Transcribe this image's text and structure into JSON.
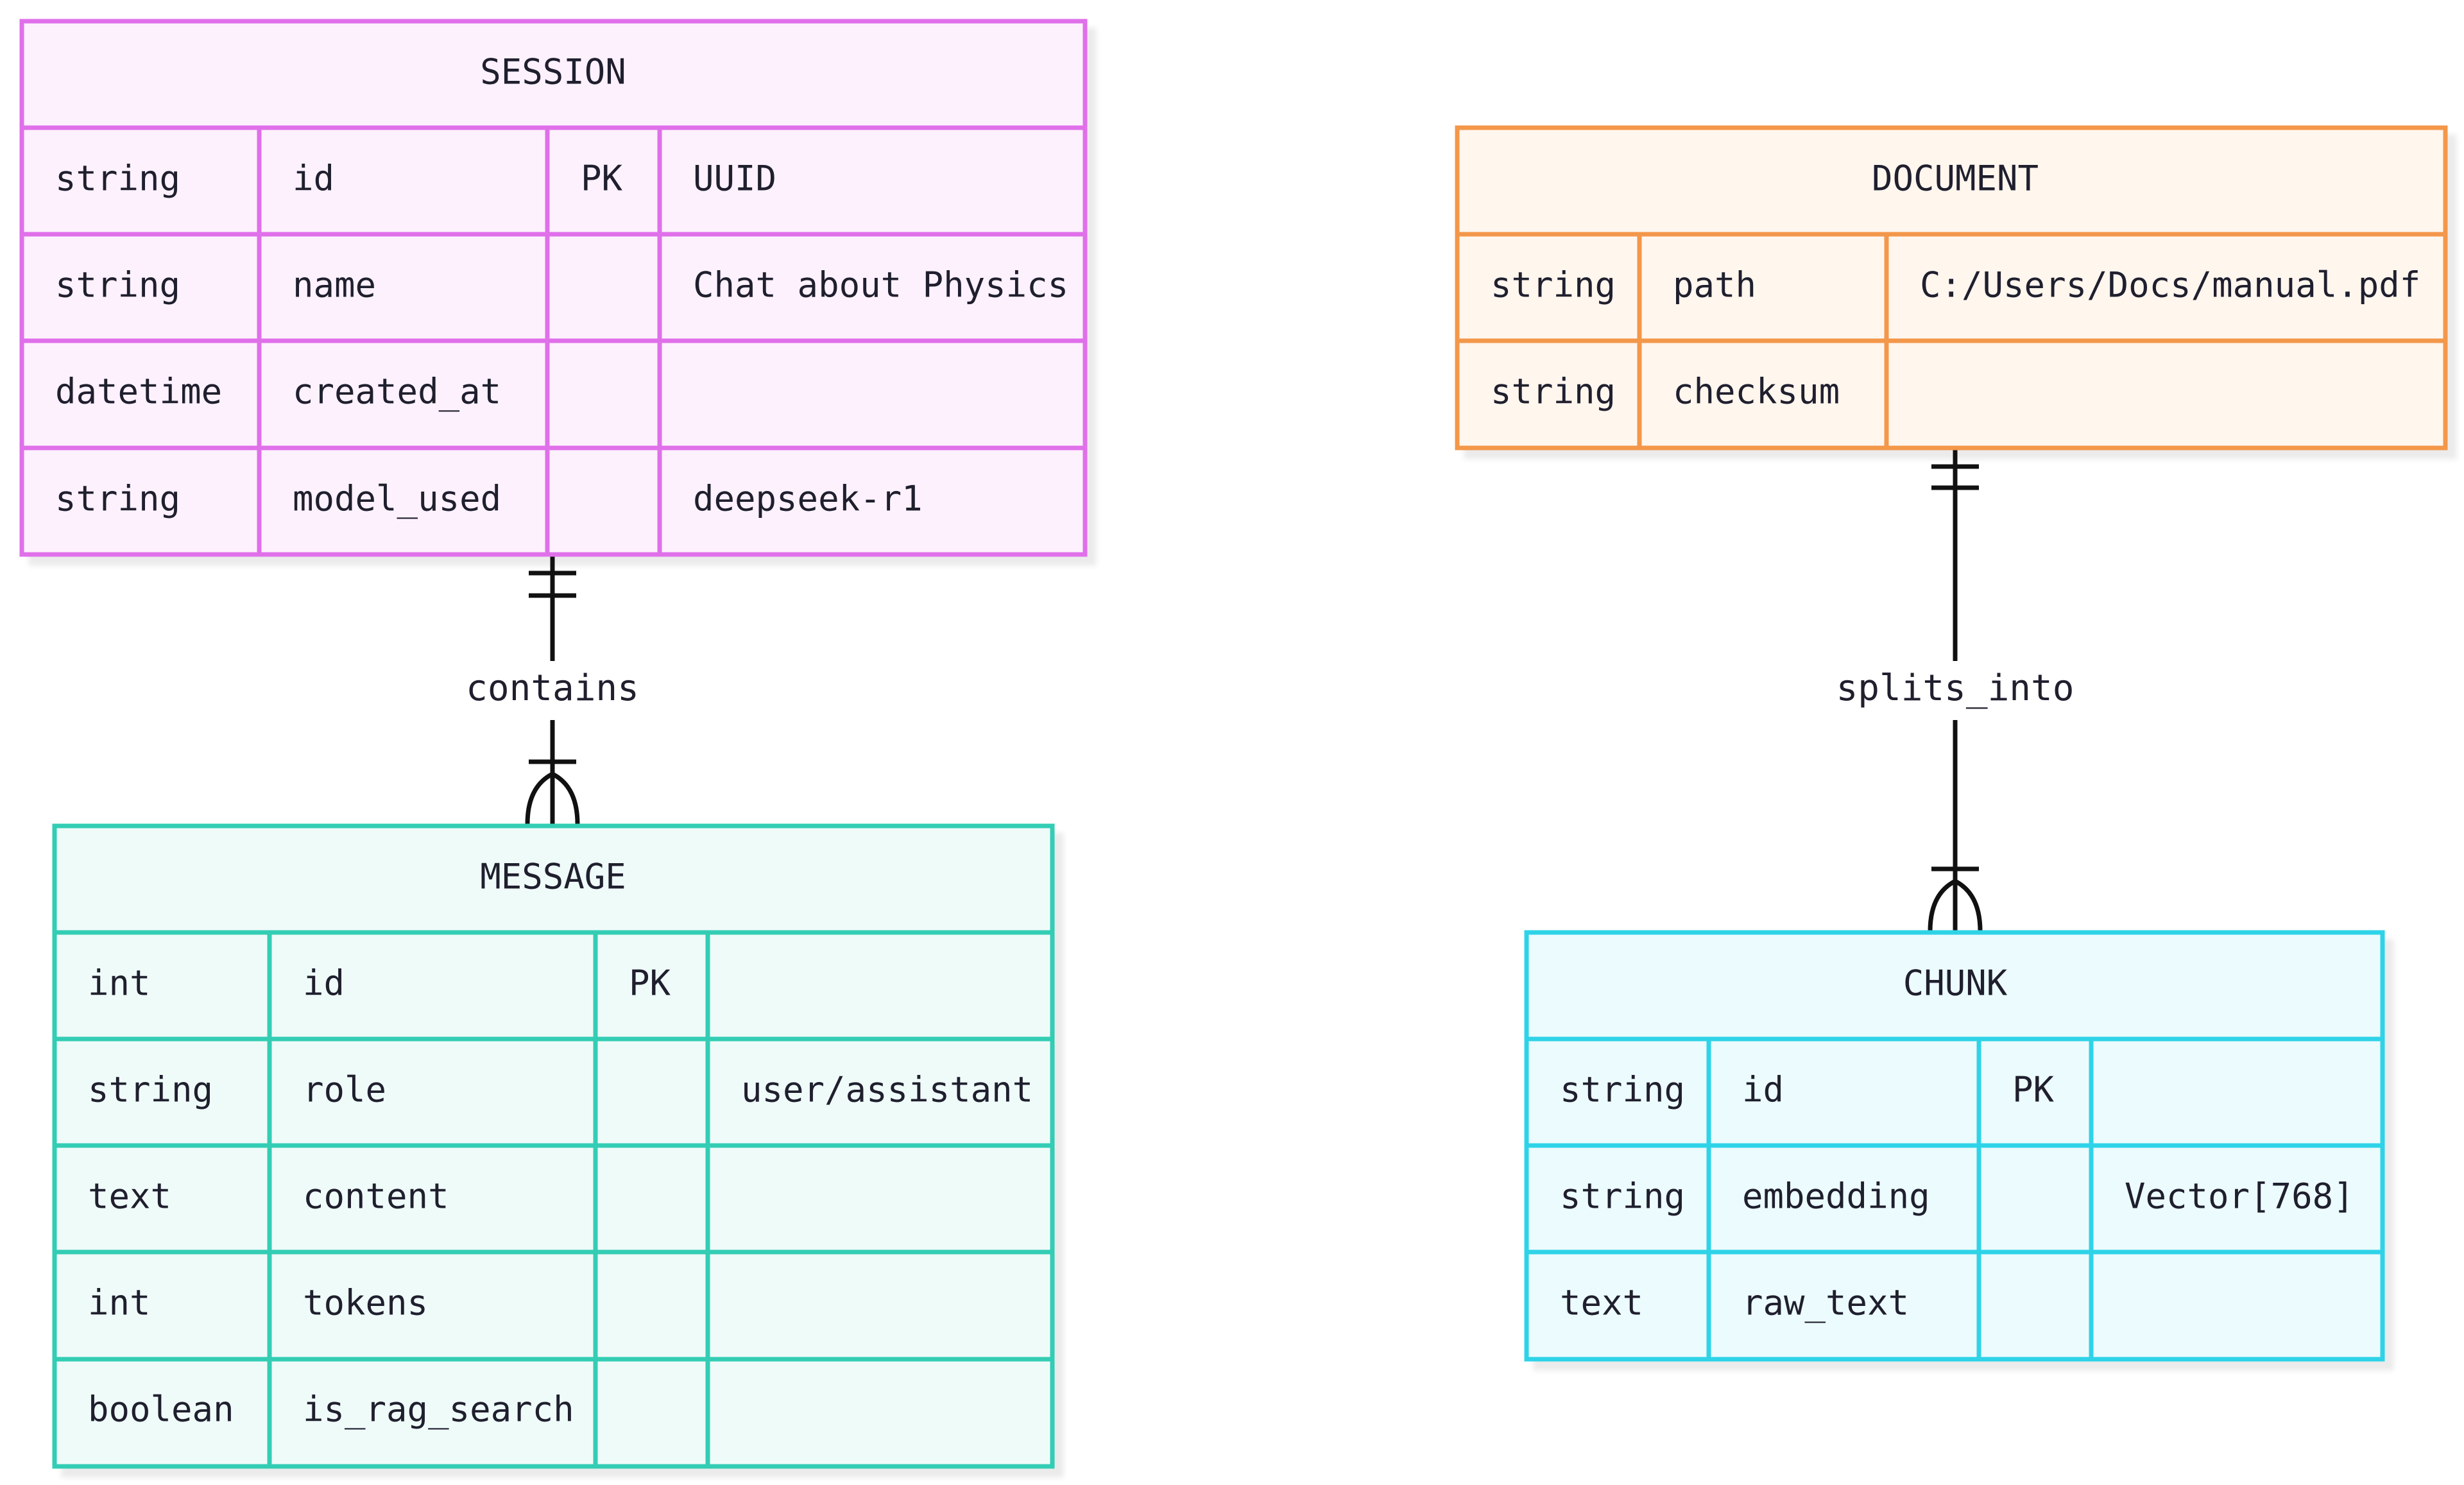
{
  "entities": {
    "session": {
      "title": "SESSION",
      "border": "#e070ea",
      "fill": "#fdf1fd",
      "rows": [
        {
          "type": "string",
          "name": "id",
          "key": "PK",
          "comment": "UUID"
        },
        {
          "type": "string",
          "name": "name",
          "key": "",
          "comment": "Chat about Physics"
        },
        {
          "type": "datetime",
          "name": "created_at",
          "key": "",
          "comment": ""
        },
        {
          "type": "string",
          "name": "model_used",
          "key": "",
          "comment": "deepseek-r1"
        }
      ]
    },
    "message": {
      "title": "MESSAGE",
      "border": "#33cdb4",
      "fill": "#effbf9",
      "rows": [
        {
          "type": "int",
          "name": "id",
          "key": "PK",
          "comment": ""
        },
        {
          "type": "string",
          "name": "role",
          "key": "",
          "comment": "user/assistant"
        },
        {
          "type": "text",
          "name": "content",
          "key": "",
          "comment": ""
        },
        {
          "type": "int",
          "name": "tokens",
          "key": "",
          "comment": ""
        },
        {
          "type": "boolean",
          "name": "is_rag_search",
          "key": "",
          "comment": ""
        }
      ]
    },
    "document": {
      "title": "DOCUMENT",
      "border": "#f3974a",
      "fill": "#fff6ee",
      "rows": [
        {
          "type": "string",
          "name": "path",
          "comment": "C:/Users/Docs/manual.pdf"
        },
        {
          "type": "string",
          "name": "checksum",
          "comment": ""
        }
      ]
    },
    "chunk": {
      "title": "CHUNK",
      "border": "#2fd3e8",
      "fill": "#ecfbfd",
      "rows": [
        {
          "type": "string",
          "name": "id",
          "key": "PK",
          "comment": ""
        },
        {
          "type": "string",
          "name": "embedding",
          "key": "",
          "comment": "Vector[768]"
        },
        {
          "type": "text",
          "name": "raw_text",
          "key": "",
          "comment": ""
        }
      ]
    }
  },
  "relationships": {
    "contains": {
      "label": "contains",
      "from": "SESSION",
      "to": "MESSAGE",
      "from_cardinality": "exactly-one",
      "to_cardinality": "one-or-many"
    },
    "splits_into": {
      "label": "splits_into",
      "from": "DOCUMENT",
      "to": "CHUNK",
      "from_cardinality": "exactly-one",
      "to_cardinality": "one-or-many"
    }
  }
}
